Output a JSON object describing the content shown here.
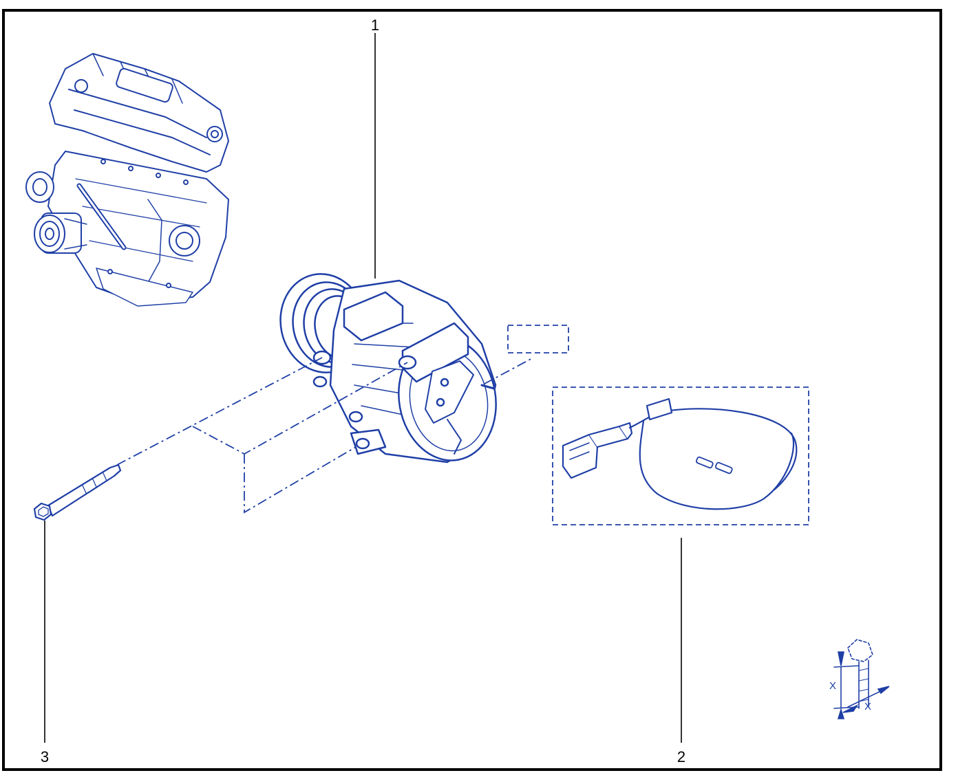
{
  "callouts": {
    "part1": "1",
    "part2": "2",
    "part3": "3"
  },
  "legend": {
    "dimension_label_vertical": "X",
    "dimension_label_horizontal": "X"
  },
  "parts": [
    {
      "callout": "1",
      "depicts": "air-conditioning-compressor"
    },
    {
      "callout": "2",
      "depicts": "wiring-harness-kit"
    },
    {
      "callout": "3",
      "depicts": "mounting-bolt"
    }
  ],
  "colors": {
    "line_art": "#1f3fa6",
    "frame": "#000000",
    "background": "#ffffff"
  },
  "icons": [
    "engine-icon",
    "compressor-icon",
    "bolt-icon",
    "harness-icon",
    "bolt-dimension-icon"
  ]
}
